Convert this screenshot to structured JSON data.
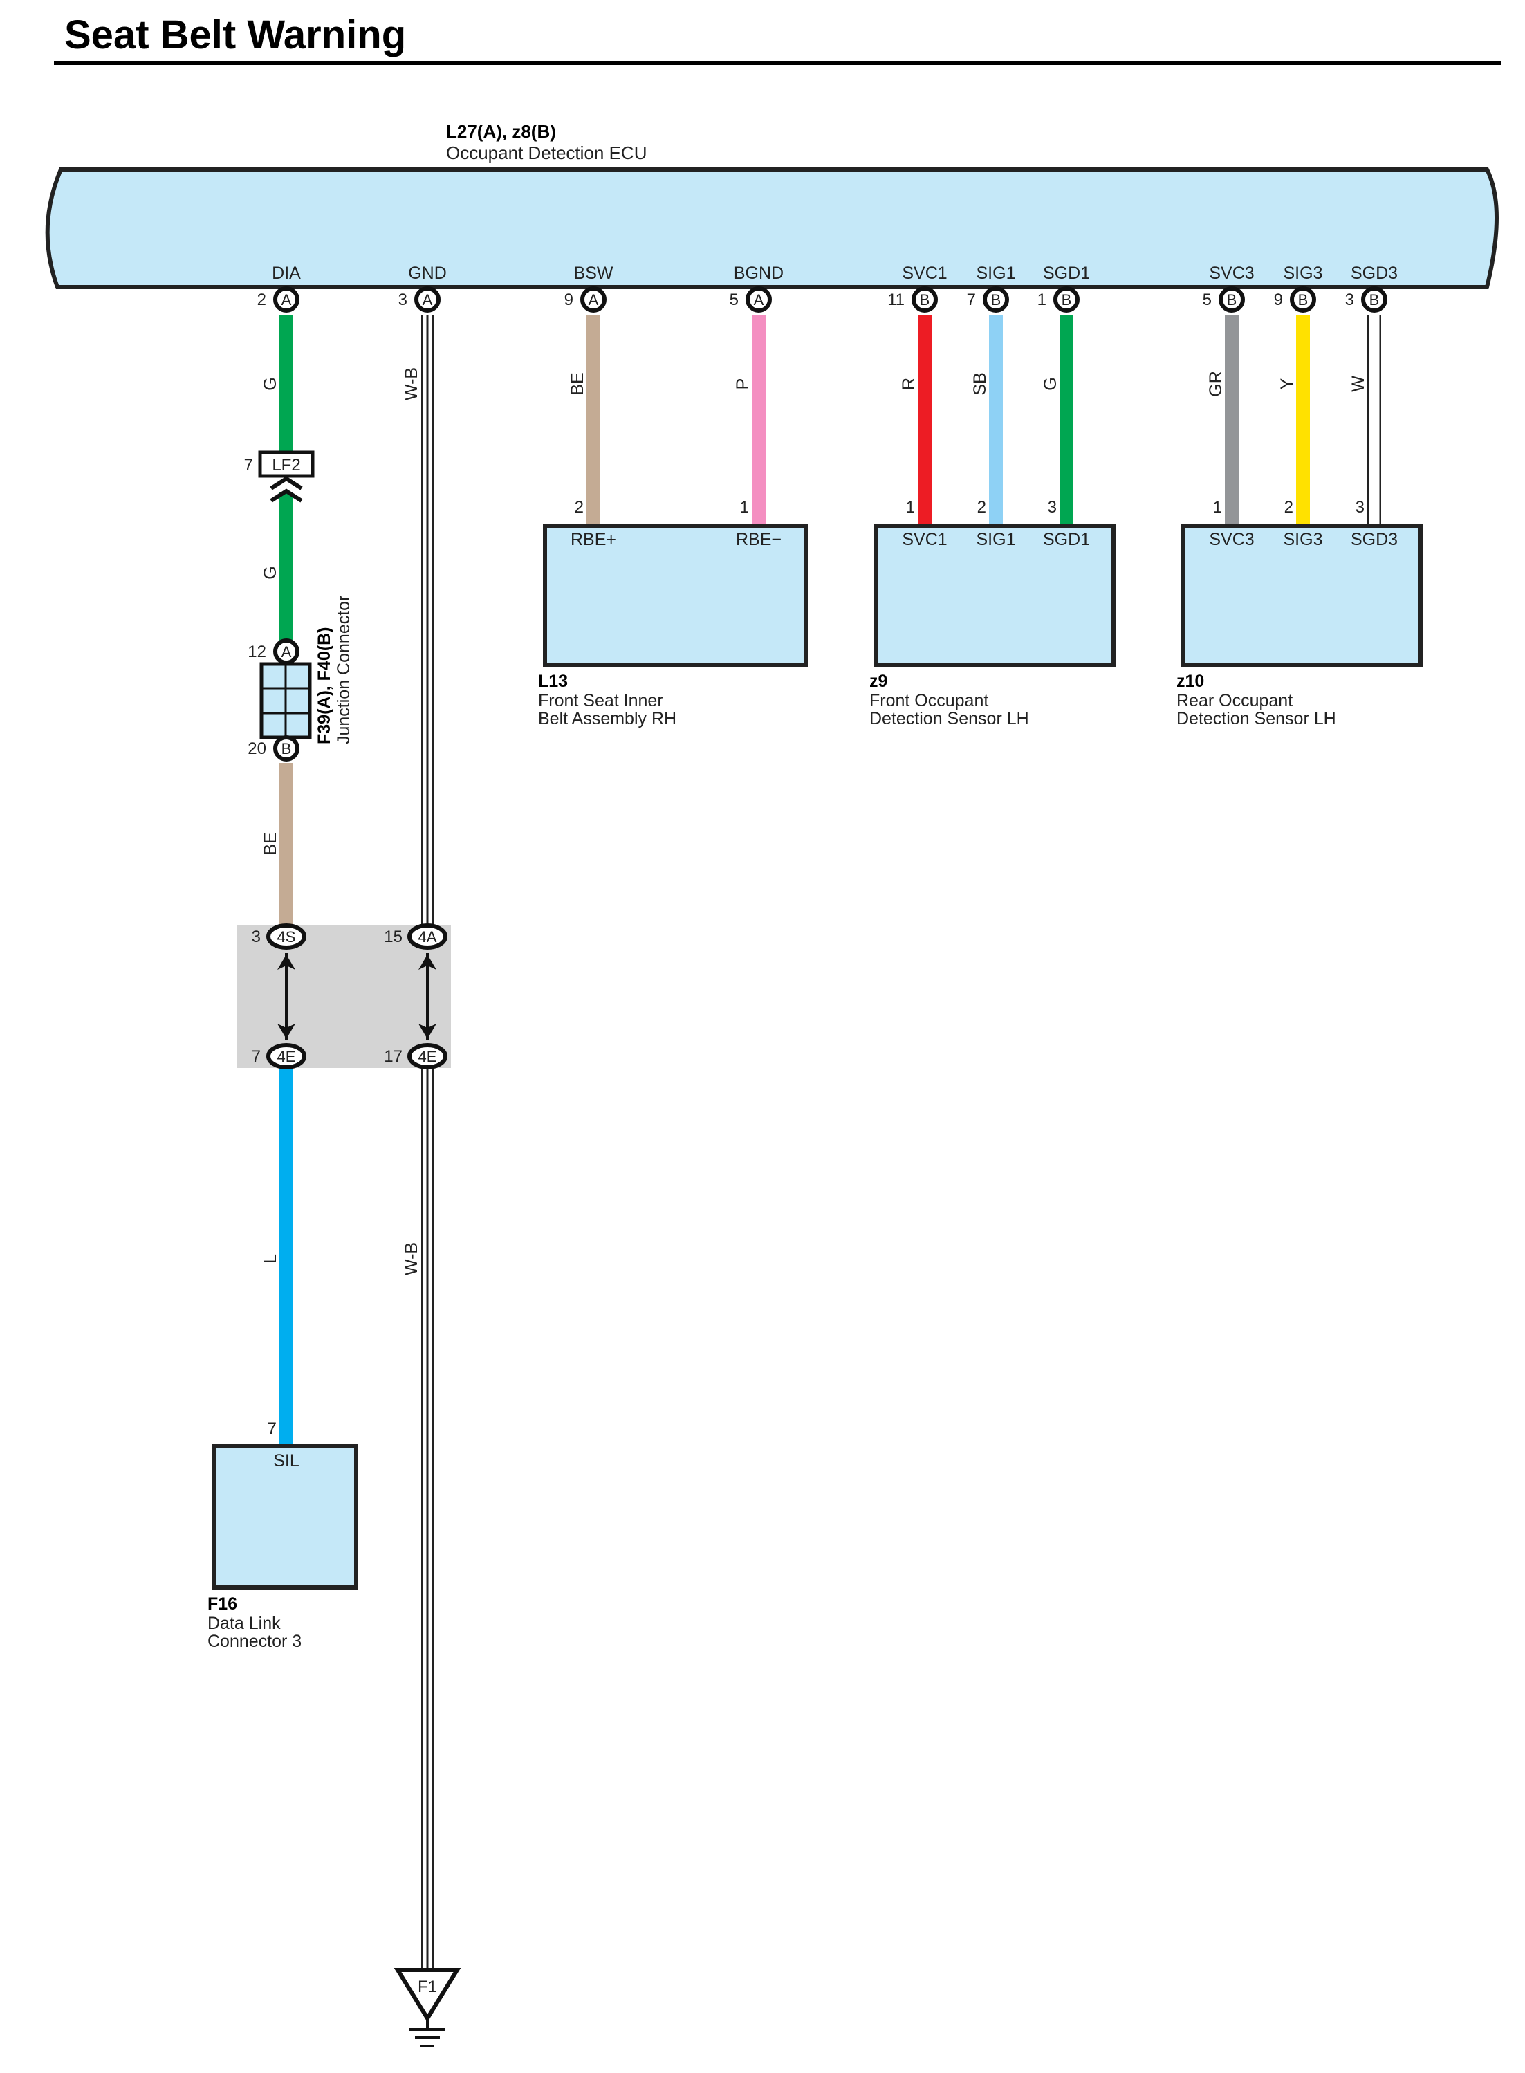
{
  "page": {
    "title": "Seat Belt Warning"
  },
  "colors": {
    "component_fill": "#c5e8f8",
    "G": "#00a651",
    "W-B": "#ffffff",
    "BE": "#c4ab94",
    "P": "#f48fc1",
    "R": "#ed1c24",
    "SB": "#8ed1f5",
    "GR": "#939598",
    "Y": "#ffe100",
    "W": "#ffffff",
    "L": "#00aeef",
    "junction_block": "#d4d4d4"
  },
  "ecu": {
    "connector_id": "L27(A), z8(B)",
    "name": "Occupant Detection ECU",
    "terminals": [
      {
        "name": "DIA",
        "pin": "2",
        "conn": "A"
      },
      {
        "name": "GND",
        "pin": "3",
        "conn": "A"
      },
      {
        "name": "BSW",
        "pin": "9",
        "conn": "A"
      },
      {
        "name": "BGND",
        "pin": "5",
        "conn": "A"
      },
      {
        "name": "SVC1",
        "pin": "11",
        "conn": "B"
      },
      {
        "name": "SIG1",
        "pin": "7",
        "conn": "B"
      },
      {
        "name": "SGD1",
        "pin": "1",
        "conn": "B"
      },
      {
        "name": "SVC3",
        "pin": "5",
        "conn": "B"
      },
      {
        "name": "SIG3",
        "pin": "9",
        "conn": "B"
      },
      {
        "name": "SGD3",
        "pin": "3",
        "conn": "B"
      }
    ]
  },
  "wires": [
    {
      "terminal": "DIA",
      "color": "G"
    },
    {
      "terminal": "DIA",
      "color": "G"
    },
    {
      "terminal": "DIA",
      "color": "BE"
    },
    {
      "terminal": "DIA",
      "color": "L"
    },
    {
      "terminal": "GND",
      "color": "W-B"
    },
    {
      "terminal": "GND",
      "color": "W-B"
    },
    {
      "terminal": "BSW",
      "color": "BE"
    },
    {
      "terminal": "BGND",
      "color": "P"
    },
    {
      "terminal": "SVC1",
      "color": "R"
    },
    {
      "terminal": "SIG1",
      "color": "SB"
    },
    {
      "terminal": "SGD1",
      "color": "G"
    },
    {
      "terminal": "SVC3",
      "color": "GR"
    },
    {
      "terminal": "SIG3",
      "color": "Y"
    },
    {
      "terminal": "SGD3",
      "color": "W"
    }
  ],
  "inline_connector": {
    "pin": "7",
    "name": "LF2"
  },
  "junction_connector": {
    "id": "F39(A), F40(B)",
    "name": "Junction Connector",
    "top_pin": "12",
    "top_conn": "A",
    "bottom_pin": "20",
    "bottom_conn": "B"
  },
  "junction_block_pins": [
    {
      "pin": "3",
      "conn": "4S"
    },
    {
      "pin": "15",
      "conn": "4A"
    },
    {
      "pin": "7",
      "conn": "4E"
    },
    {
      "pin": "17",
      "conn": "4E"
    }
  ],
  "components": [
    {
      "id": "L13",
      "line1": "Front Seat Inner",
      "line2": "Belt Assembly RH",
      "terminals": [
        {
          "pin": "2",
          "name": "RBE+"
        },
        {
          "pin": "1",
          "name": "RBE−"
        }
      ]
    },
    {
      "id": "z9",
      "line1": "Front Occupant",
      "line2": "Detection Sensor LH",
      "terminals": [
        {
          "pin": "1",
          "name": "SVC1"
        },
        {
          "pin": "2",
          "name": "SIG1"
        },
        {
          "pin": "3",
          "name": "SGD1"
        }
      ]
    },
    {
      "id": "z10",
      "line1": "Rear Occupant",
      "line2": "Detection Sensor LH",
      "terminals": [
        {
          "pin": "1",
          "name": "SVC3"
        },
        {
          "pin": "2",
          "name": "SIG3"
        },
        {
          "pin": "3",
          "name": "SGD3"
        }
      ]
    },
    {
      "id": "F16",
      "line1": "Data Link",
      "line2": "Connector 3",
      "terminals": [
        {
          "pin": "7",
          "name": "SIL"
        }
      ]
    }
  ],
  "ground": {
    "label": "F1"
  }
}
